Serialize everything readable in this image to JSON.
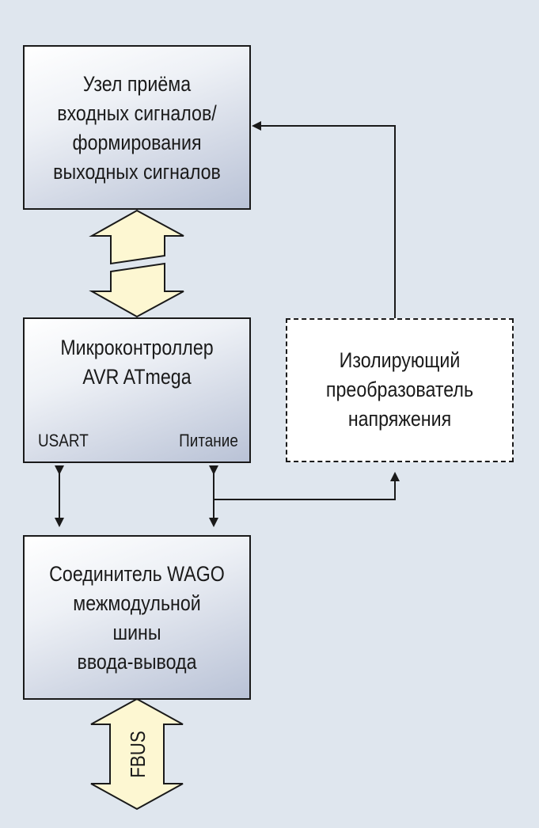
{
  "blocks": {
    "io_node": {
      "lines": [
        "Узел приёма",
        "входных сигналов/",
        "формирования",
        "выходных сигналов"
      ]
    },
    "mcu": {
      "lines": [
        "Микроконтроллер",
        "AVR ATmega"
      ],
      "port_left": "USART",
      "port_right": "Питание"
    },
    "isolator": {
      "lines": [
        "Изолирующий",
        "преобразователь",
        "напряжения"
      ]
    },
    "wago": {
      "lines": [
        "Соединитель WAGO",
        "межмодульной",
        "шины",
        "ввода-вывода"
      ]
    }
  },
  "bus_label": "FBUS",
  "colors": {
    "background": "#dfe6ee",
    "arrow_fill": "#fdf7d2",
    "line": "#1a1a1a"
  }
}
